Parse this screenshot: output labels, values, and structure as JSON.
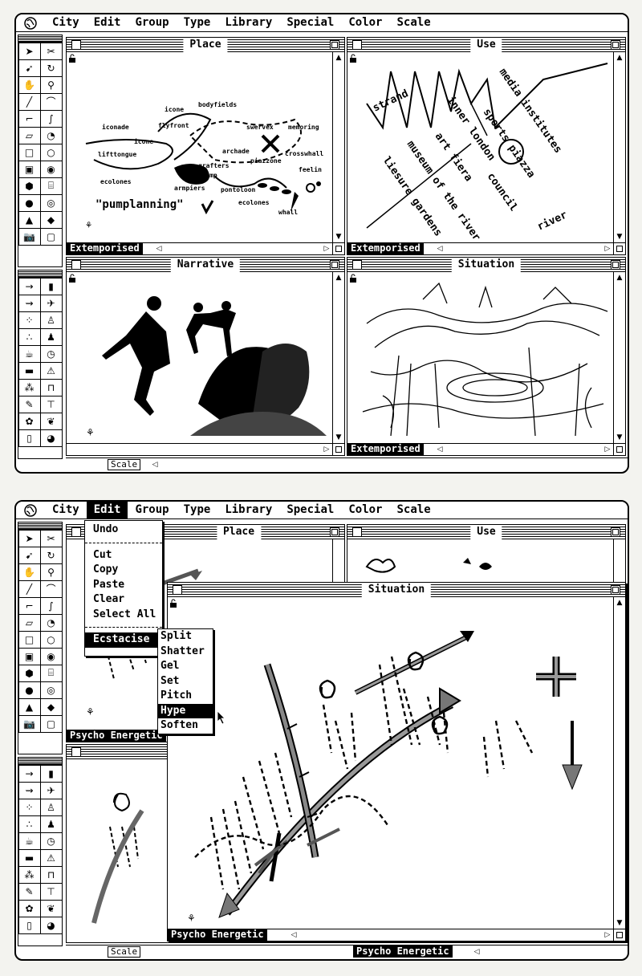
{
  "menu": [
    "City",
    "Edit",
    "Group",
    "Type",
    "Library",
    "Special",
    "Color",
    "Scale"
  ],
  "top": {
    "windows": {
      "place": {
        "title": "Place",
        "status": "Extemporised",
        "labels": [
          "icone",
          "bodyfields",
          "iconade",
          "flyfront",
          "swervex",
          "memoring",
          "icone",
          "archade",
          "crosswhall",
          "lifttongue",
          "grafters",
          "piazzone",
          "zagramp",
          "feelin",
          "ecolones",
          "armpiers",
          "pontoloon",
          "ecolones",
          "whall"
        ],
        "caption": "\"pumplanning\""
      },
      "use": {
        "title": "Use",
        "status": "Extemporised",
        "labels": [
          "strand",
          "inner london",
          "art fiera",
          "media institutes",
          "sports piazza",
          "museum of the river",
          "liesure gardens",
          "council",
          "river"
        ]
      },
      "narrative": {
        "title": "Narrative",
        "scale": "Scale"
      },
      "situation": {
        "title": "Situation",
        "status": "Extemporised"
      }
    }
  },
  "bottom": {
    "edit_menu": {
      "items": [
        "Undo",
        "Cut",
        "Copy",
        "Paste",
        "Clear",
        "Select All",
        "Ecstacise"
      ],
      "selected": "Ecstacise"
    },
    "submenu": {
      "items": [
        "Split",
        "Shatter",
        "Gel",
        "Set",
        "Pitch",
        "Hype",
        "Soften"
      ],
      "selected": "Hype"
    },
    "windows": {
      "place": {
        "title": "Place",
        "status": "Psycho Energetic"
      },
      "use": {
        "title": "Use",
        "status": "Psycho Energetic"
      },
      "situation": {
        "title": "Situation",
        "status": "Psycho Energetic"
      },
      "scale": "Scale"
    }
  }
}
